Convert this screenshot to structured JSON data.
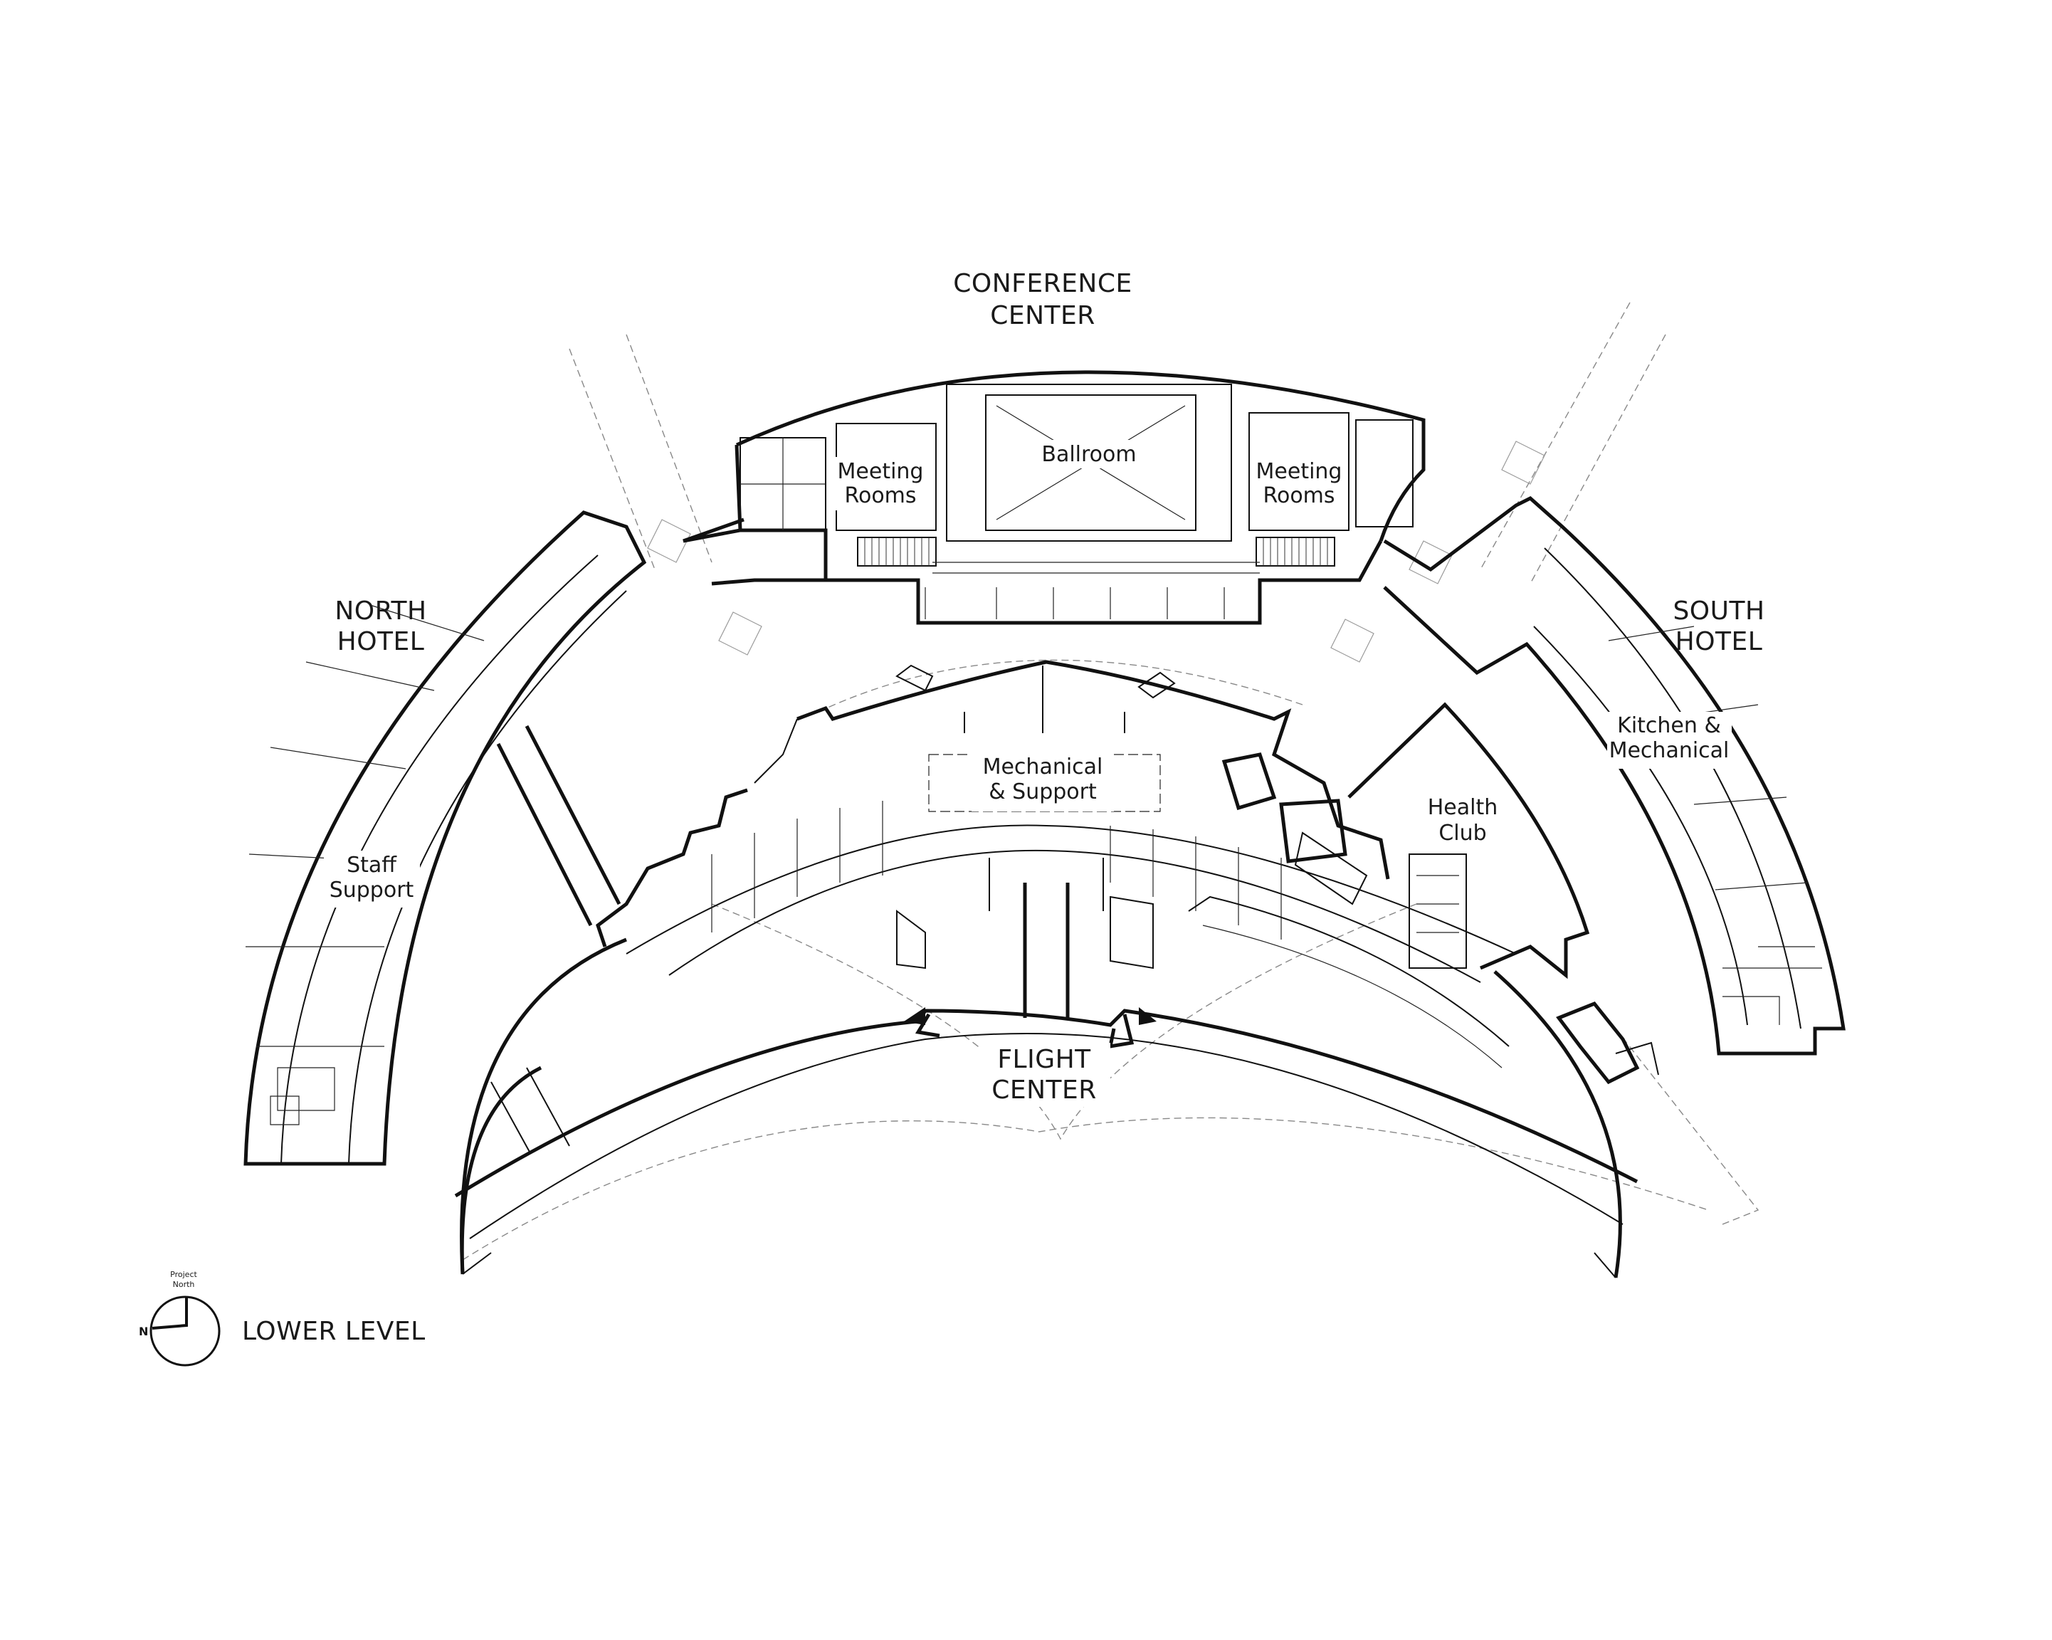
{
  "diagram": {
    "level_title": "LOWER LEVEL",
    "compass": {
      "caption_line1": "Project",
      "caption_line2": "North",
      "direction_letter": "N"
    },
    "areas": {
      "conference_center": [
        "CONFERENCE",
        "CENTER"
      ],
      "north_hotel": [
        "NORTH",
        "HOTEL"
      ],
      "south_hotel": [
        "SOUTH",
        "HOTEL"
      ],
      "flight_center": [
        "FLIGHT",
        "CENTER"
      ]
    },
    "rooms": {
      "ballroom": [
        "Ballroom"
      ],
      "meeting_rooms_left": [
        "Meeting",
        "Rooms"
      ],
      "meeting_rooms_right": [
        "Meeting",
        "Rooms"
      ],
      "mechanical_support": [
        "Mechanical",
        "& Support"
      ],
      "health_club": [
        "Health",
        "Club"
      ],
      "kitchen_mechanical": [
        "Kitchen &",
        "Mechanical"
      ],
      "staff_support": [
        "Staff",
        "Support"
      ]
    }
  }
}
